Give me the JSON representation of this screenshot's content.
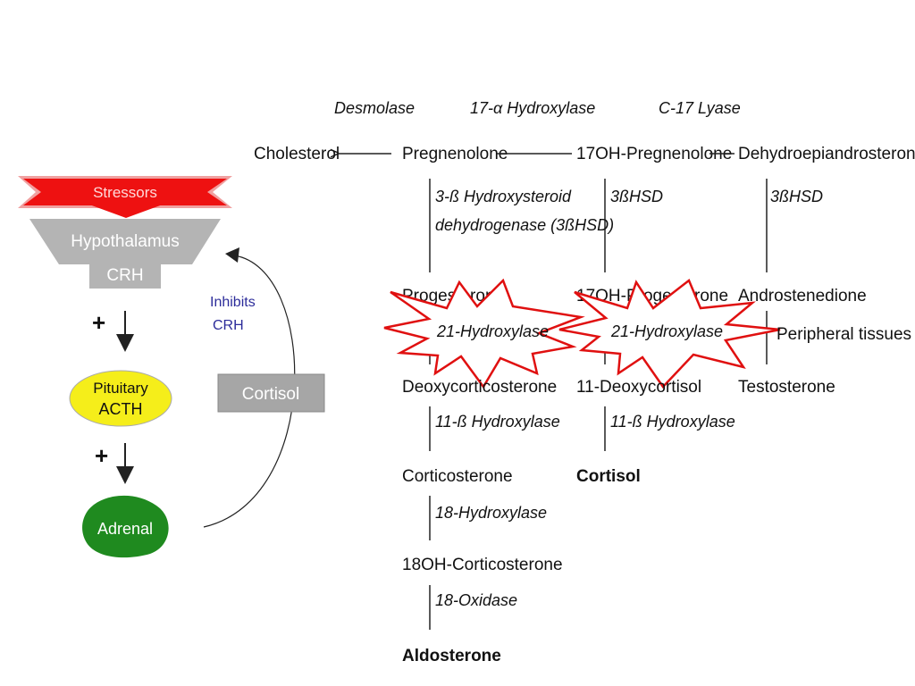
{
  "axis": {
    "stressors": "Stressors",
    "hypothalamus": "Hypothalamus",
    "crh": "CRH",
    "plus1": "+",
    "plus2": "+",
    "pituitary_line1": "Pituitary",
    "pituitary_line2": "ACTH",
    "adrenal": "Adrenal",
    "cortisol_box": "Cortisol",
    "inhibits_line1": "Inhibits",
    "inhibits_line2": "CRH"
  },
  "pathway": {
    "enzymes_top": {
      "desmolase": "Desmolase",
      "hydroxylase17": "17-α Hydroxylase",
      "lyase": "C-17 Lyase"
    },
    "row1": {
      "cholesterol": "Cholesterol",
      "pregnenolone": "Pregnenolone",
      "oh_pregnenolone": "17OH-Pregnenolone",
      "dhea": "Dehydroepiandrosterone"
    },
    "hsd": {
      "col1_line1": "3-ß Hydroxysteroid",
      "col1_line2": "dehydrogenase (3ßHSD)",
      "col2": "3ßHSD",
      "col3": "3ßHSD"
    },
    "row2": {
      "progesterone": "Progesterone",
      "oh_progesterone": "17OH-Progesterone",
      "androstenedione": "Androstenedione"
    },
    "hydroxylase21_a": "21-Hydroxylase",
    "hydroxylase21_b": "21-Hydroxylase",
    "peripheral": "Peripheral tissues",
    "row3": {
      "doc": "Deoxycorticosterone",
      "deoxycortisol": "11-Deoxycortisol",
      "testosterone": "Testosterone"
    },
    "hydroxylase11_a": "11-ß Hydroxylase",
    "hydroxylase11_b": "11-ß Hydroxylase",
    "row4": {
      "corticosterone": "Corticosterone",
      "cortisol": "Cortisol"
    },
    "hydroxylase18": "18-Hydroxylase",
    "oh_corticosterone": "18OH-Corticosterone",
    "oxidase18": "18-Oxidase",
    "aldosterone": "Aldosterone"
  },
  "colors": {
    "stressors": "#ee1111",
    "hypothalamus": "#b4b4b4",
    "pituitary": "#f5ee1a",
    "adrenal": "#1f8a1f",
    "burst": "#e01010",
    "inhibits": "#2c2c9a"
  }
}
